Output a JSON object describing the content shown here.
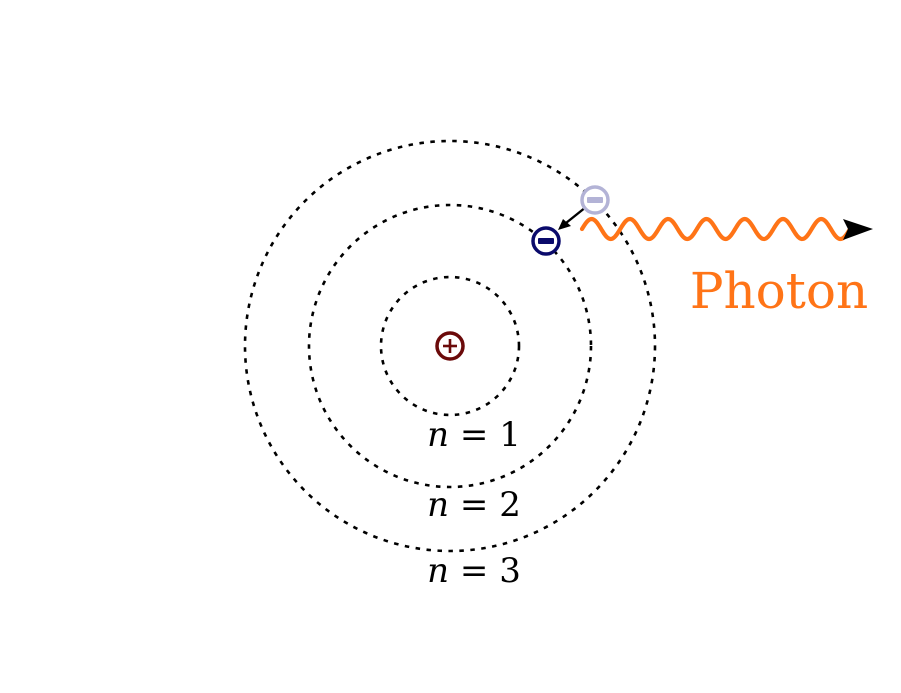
{
  "diagram": {
    "nucleus": {
      "symbol": "+",
      "color": "#6b0a0a"
    },
    "electron_initial": {
      "symbol": "−",
      "color": "#b3b3d6"
    },
    "electron_final": {
      "symbol": "−",
      "color": "#0a0a6b"
    },
    "levels": [
      {
        "var": "n",
        "eq": " = ",
        "value": "1"
      },
      {
        "var": "n",
        "eq": " = ",
        "value": "2"
      },
      {
        "var": "n",
        "eq": " = ",
        "value": "3"
      }
    ],
    "photon": {
      "label": "Photon",
      "color": "#ff7417"
    },
    "transition_arrow_color": "#000000"
  }
}
